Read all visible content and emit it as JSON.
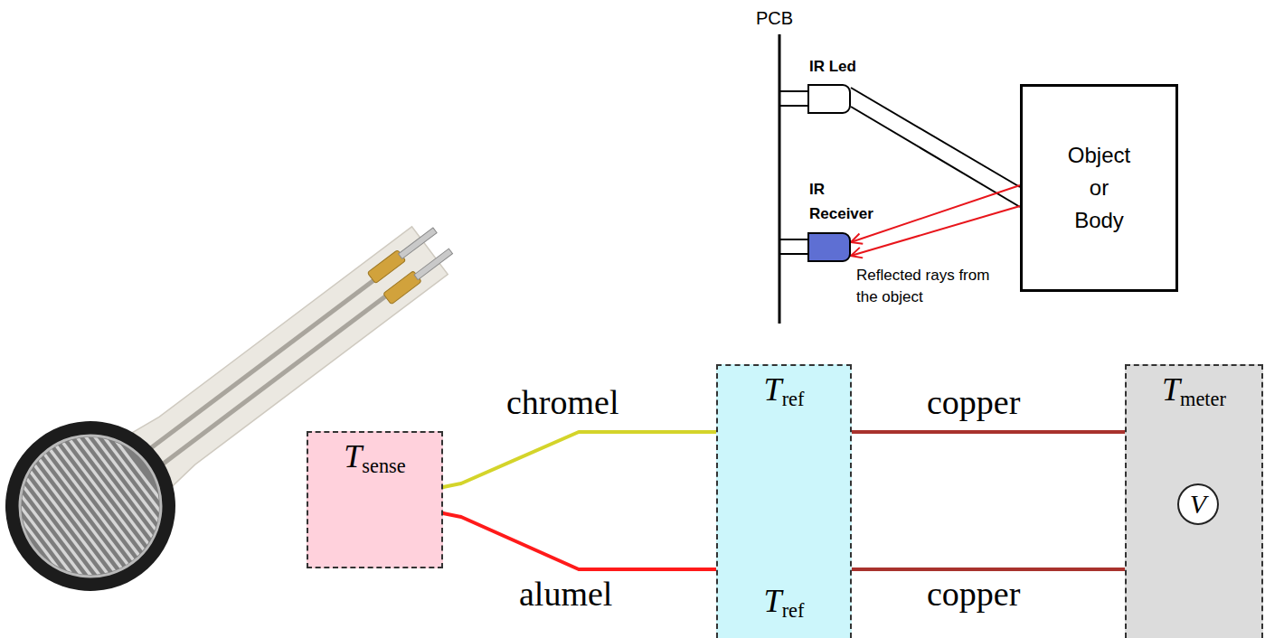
{
  "diagram": {
    "nodes": [
      {
        "text": [
          "IR Led"
        ]
      },
      {
        "text": [
          "IR Receiver"
        ]
      },
      {
        "text": [
          "Object or Body"
        ]
      },
      {
        "text": [
          "Tsense"
        ]
      },
      {
        "text": [
          "Tref",
          "Tref"
        ]
      },
      {
        "text": [
          "Tmeter"
        ]
      },
      {
        "text": [
          "V"
        ],
        "in": 5
      }
    ],
    "edges": [
      {
        "from": 0,
        "to": 2,
        "arrow": "none"
      },
      {
        "from": 0,
        "to": 2,
        "arrow": "none"
      },
      {
        "from": 2,
        "to": 1,
        "arrow": "to"
      },
      {
        "from": 2,
        "to": 1,
        "arrow": "to"
      },
      {
        "from": 3,
        "to": 4,
        "label": "chromel",
        "arrow": "none"
      },
      {
        "from": 3,
        "to": 4,
        "label": "alumel",
        "arrow": "none"
      },
      {
        "from": 4,
        "to": 5,
        "label": "copper",
        "arrow": "none"
      },
      {
        "from": 4,
        "to": 5,
        "label": "copper",
        "arrow": "none"
      }
    ],
    "labels": [
      "PCB",
      "Reflected rays from the object"
    ]
  }
}
